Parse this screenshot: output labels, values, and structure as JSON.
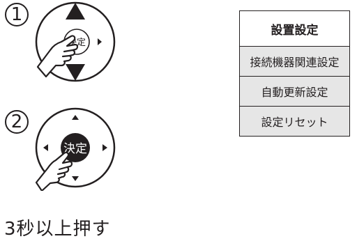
{
  "steps": [
    {
      "number": "1",
      "center_label": "決定"
    },
    {
      "number": "2",
      "center_label": "決定"
    }
  ],
  "caption": "3秒以上押す",
  "menu": {
    "header": "設置設定",
    "items": [
      "接続機器関連設定",
      "自動更新設定",
      "設定リセット"
    ]
  },
  "colors": {
    "ink": "#231f20",
    "menu_bg": "#e6e6e6",
    "pressed_button": "#231f20"
  },
  "icons": [
    "up-arrow-icon",
    "down-arrow-icon",
    "left-arrow-icon",
    "right-arrow-icon",
    "pointing-hand-icon"
  ]
}
